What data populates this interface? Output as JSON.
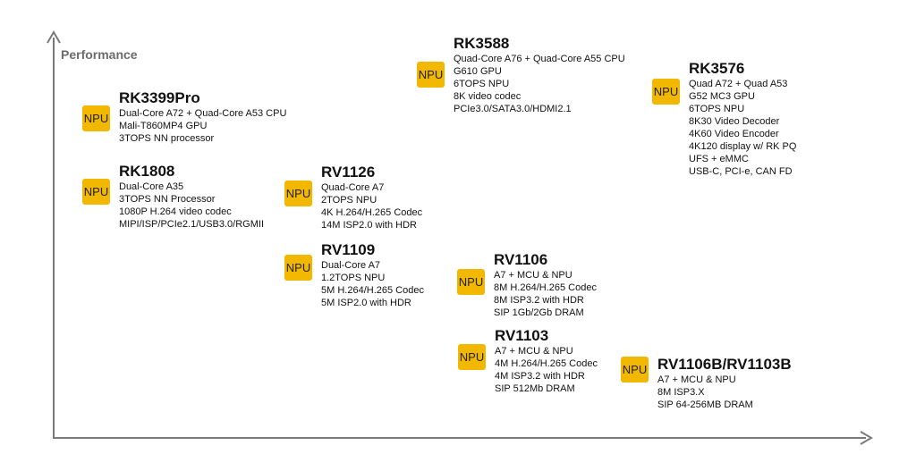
{
  "y_axis_label": "Performance",
  "badge_label": "NPU",
  "colors": {
    "badge": "#f2b800",
    "axis": "#7a7a7a"
  },
  "chips": [
    {
      "id": "rk3399pro",
      "name": "RK3399Pro",
      "specs": [
        "Dual-Core A72 + Quad-Core A53 CPU",
        "Mali-T860MP4 GPU",
        "3TOPS NN processor"
      ]
    },
    {
      "id": "rk1808",
      "name": "RK1808",
      "specs": [
        "Dual-Core A35",
        "3TOPS NN Processor",
        "1080P H.264 video codec",
        "MIPI/ISP/PCIe2.1/USB3.0/RGMII"
      ]
    },
    {
      "id": "rv1126",
      "name": "RV1126",
      "specs": [
        "Quad-Core A7",
        "2TOPS NPU",
        "4K H.264/H.265 Codec",
        "14M ISP2.0 with HDR"
      ]
    },
    {
      "id": "rv1109",
      "name": "RV1109",
      "specs": [
        "Dual-Core A7",
        "1.2TOPS NPU",
        "5M H.264/H.265 Codec",
        "5M ISP2.0 with HDR"
      ]
    },
    {
      "id": "rk3588",
      "name": "RK3588",
      "specs": [
        "Quad-Core A76 + Quad-Core A55 CPU",
        "G610 GPU",
        "6TOPS NPU",
        "8K video codec",
        "PCIe3.0/SATA3.0/HDMI2.1"
      ]
    },
    {
      "id": "rk3576",
      "name": "RK3576",
      "specs": [
        "Quad A72 + Quad A53",
        "G52 MC3 GPU",
        "6TOPS NPU",
        "8K30 Video Decoder",
        "4K60 Video Encoder",
        "4K120 display w/ RK PQ",
        "UFS + eMMC",
        "USB-C, PCI-e, CAN FD"
      ]
    },
    {
      "id": "rv1106",
      "name": "RV1106",
      "specs": [
        "A7 + MCU & NPU",
        "8M H.264/H.265 Codec",
        "8M ISP3.2 with HDR",
        "SIP 1Gb/2Gb DRAM"
      ]
    },
    {
      "id": "rv1103",
      "name": "RV1103",
      "specs": [
        "A7 + MCU & NPU",
        "4M H.264/H.265 Codec",
        "4M ISP3.2 with HDR",
        "SIP 512Mb DRAM"
      ]
    },
    {
      "id": "rv1106b",
      "name": "RV1106B/RV1103B",
      "specs": [
        "A7 + MCU & NPU",
        "8M ISP3.X",
        "SIP 64-256MB DRAM"
      ]
    }
  ]
}
